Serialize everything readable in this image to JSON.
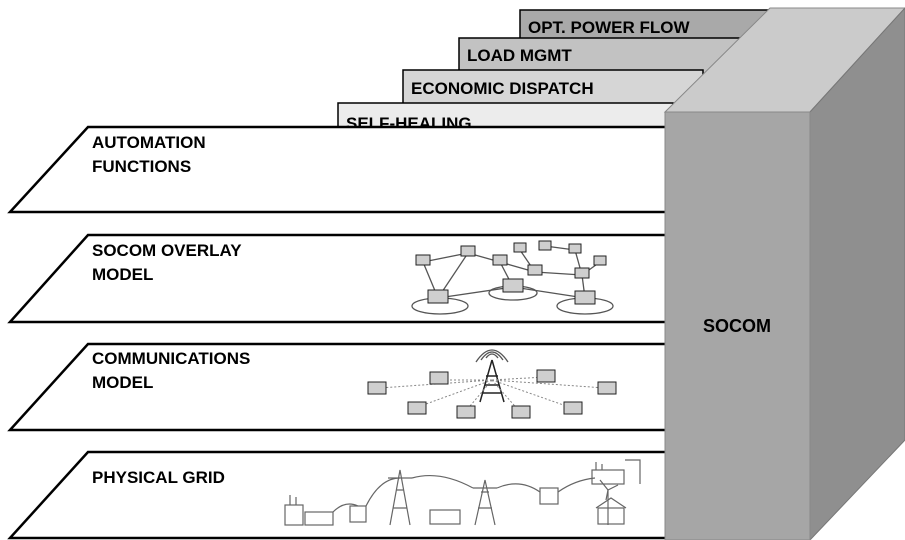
{
  "diagram": {
    "functions": [
      {
        "label": "OPT. POWER FLOW",
        "fill": "#a9a9a9"
      },
      {
        "label": "LOAD MGMT",
        "fill": "#c2c2c2"
      },
      {
        "label": "ECONOMIC DISPATCH",
        "fill": "#d6d6d6"
      },
      {
        "label": "SELF-HEALING",
        "fill": "#ececec"
      }
    ],
    "layers": [
      {
        "line1": "AUTOMATION",
        "line2": "FUNCTIONS",
        "illustration": "none"
      },
      {
        "line1": "SOCOM OVERLAY",
        "line2": "MODEL",
        "illustration": "overlay-network-icon"
      },
      {
        "line1": "COMMUNICATIONS",
        "line2": "MODEL",
        "illustration": "communications-tower-icon"
      },
      {
        "line1": "PHYSICAL GRID",
        "line2": "",
        "illustration": "power-grid-icon"
      }
    ],
    "block": {
      "label": "SOCOM",
      "colors": {
        "front": "#a6a6a6",
        "top": "#cbcbcb",
        "side": "#8f8f8f"
      }
    }
  }
}
